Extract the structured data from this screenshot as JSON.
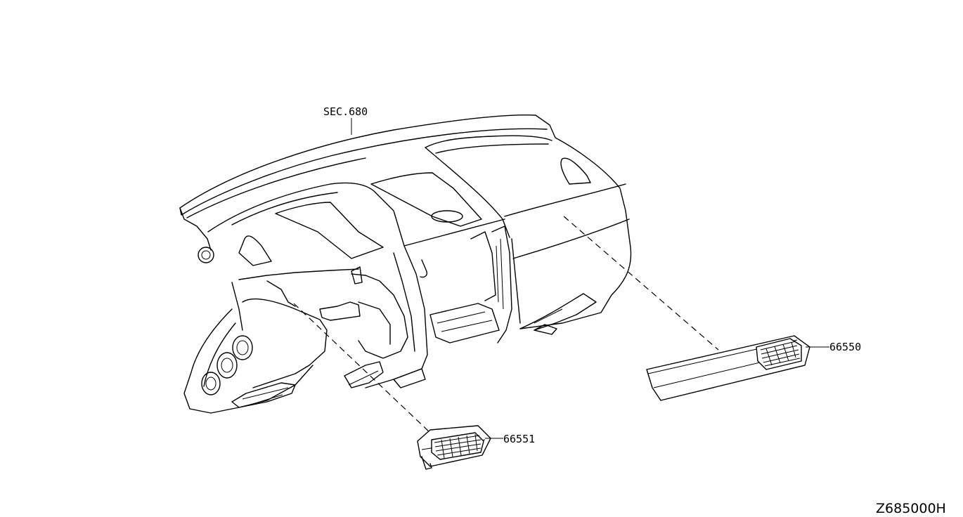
{
  "labels": {
    "section_ref": "SEC.680",
    "part_right_vent": "66550",
    "part_center_vent": "66551",
    "diagram_code": "Z685000H"
  },
  "icons": {
    "instrument_panel": "instrument-panel-illustration",
    "right_vent": "side-ventilator-assembly-illustration",
    "center_vent": "center-ventilator-illustration"
  }
}
